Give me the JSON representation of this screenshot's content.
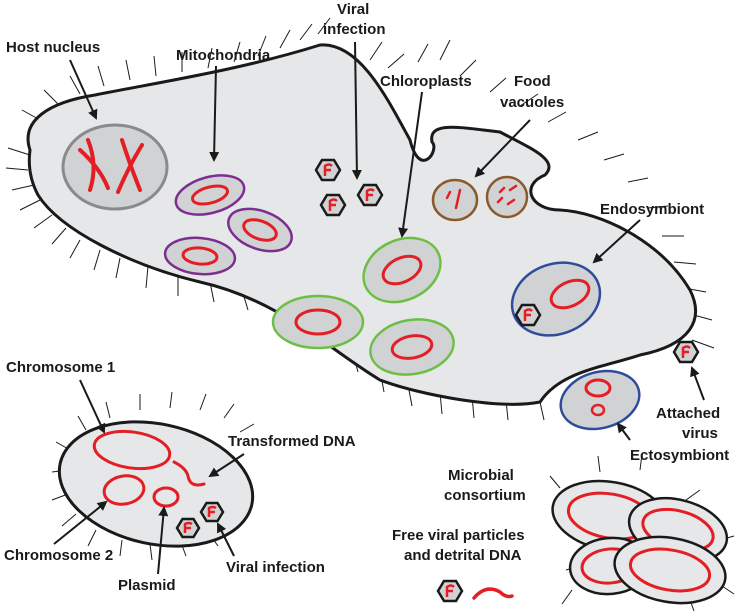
{
  "labels": {
    "host_nucleus": "Host nucleus",
    "mitochondria": "Mitochondria",
    "viral_infection_top_1": "Viral",
    "viral_infection_top_2": "infection",
    "chloroplasts": "Chloroplasts",
    "food_vacuoles_1": "Food",
    "food_vacuoles_2": "vacuoles",
    "endosymbiont": "Endosymbiont",
    "chromosome_1": "Chromosome 1",
    "transformed_dna": "Transformed DNA",
    "chromosome_2": "Chromosome 2",
    "plasmid": "Plasmid",
    "viral_infection_bottom": "Viral infection",
    "attached_virus_1": "Attached",
    "attached_virus_2": "virus",
    "ectosymbiont": "Ectosymbiont",
    "microbial_consortium_1": "Microbial",
    "microbial_consortium_2": "consortium",
    "free_viral_1": "Free viral particles",
    "free_viral_2": "and detrital DNA"
  },
  "colors": {
    "cell_fill": "#e6e7e8",
    "outline": "#1a1a1a",
    "dna_red": "#e31e24",
    "mitochondria_purple": "#7b2f8e",
    "chloroplast_green": "#6cbf45",
    "food_vacuole_brown": "#8b5a2b",
    "endosymbiont_blue": "#2e4c9b",
    "nucleus_gray": "#8a8a8a"
  }
}
